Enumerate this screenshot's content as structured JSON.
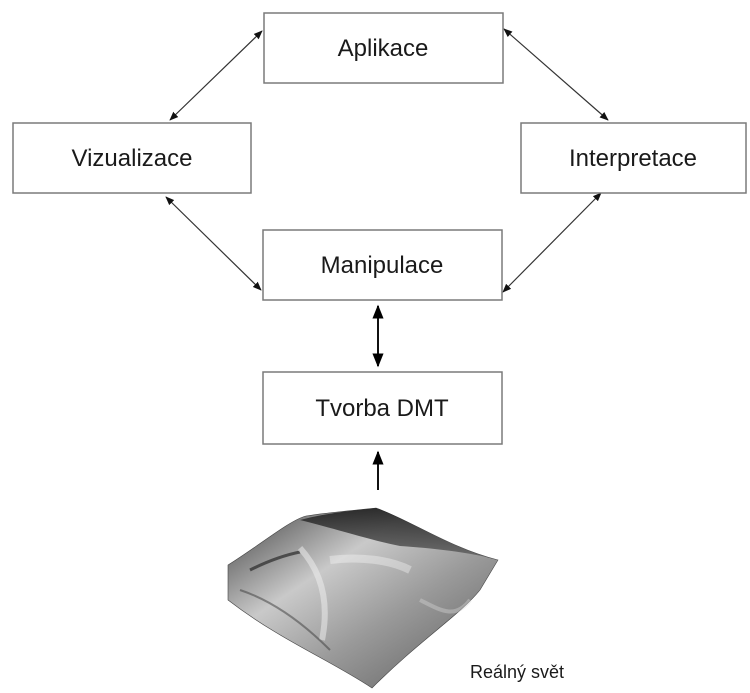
{
  "nodes": {
    "aplikace": "Aplikace",
    "vizualizace": "Vizualizace",
    "interpretace": "Interpretace",
    "manipulace": "Manipulace",
    "tvorba": "Tvorba DMT"
  },
  "terrain_caption": "Reálný svět",
  "edges": [
    {
      "from": "aplikace",
      "to": "vizualizace",
      "direction": "both"
    },
    {
      "from": "aplikace",
      "to": "interpretace",
      "direction": "both"
    },
    {
      "from": "vizualizace",
      "to": "manipulace",
      "direction": "both"
    },
    {
      "from": "interpretace",
      "to": "manipulace",
      "direction": "both"
    },
    {
      "from": "manipulace",
      "to": "tvorba",
      "direction": "both"
    },
    {
      "from": "real-world",
      "to": "tvorba",
      "direction": "forward"
    }
  ]
}
